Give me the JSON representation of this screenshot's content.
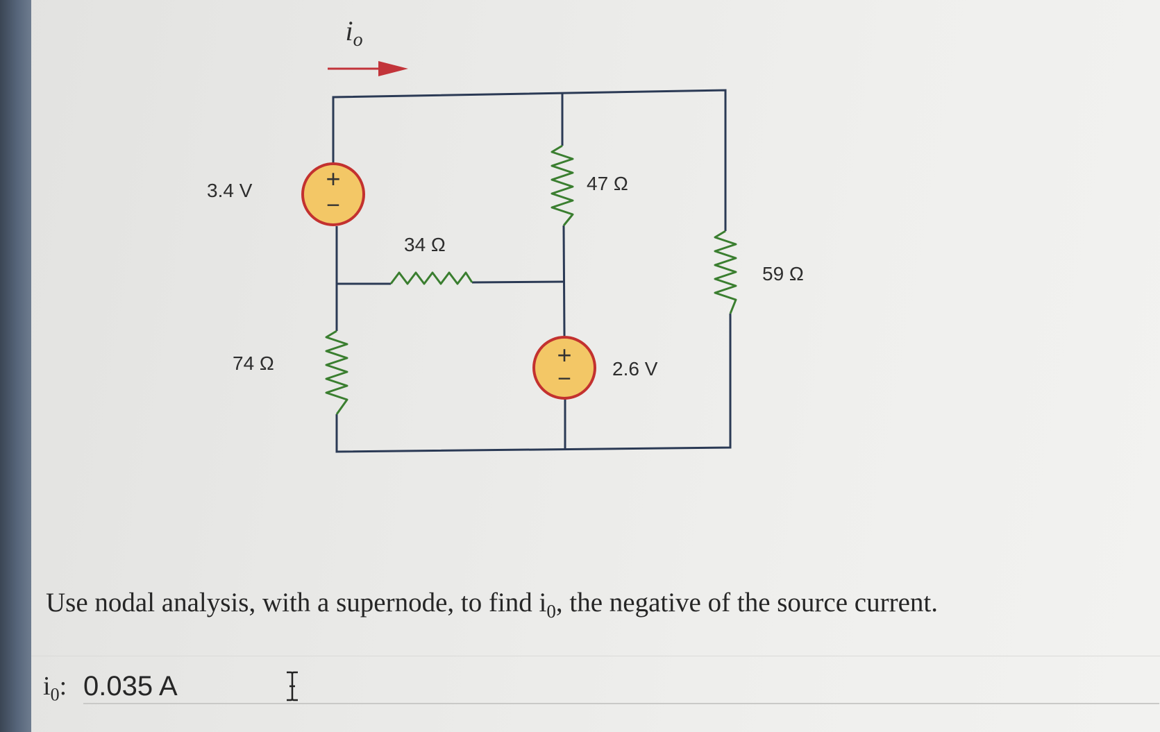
{
  "circuit": {
    "current_label": "i",
    "current_subscript": "o",
    "source_left": {
      "label": "3.4 V",
      "plus": "+",
      "minus": "−"
    },
    "source_right": {
      "label": "2.6 V",
      "plus": "+",
      "minus": "−"
    },
    "resistor_top_middle": "47 Ω",
    "resistor_middle": "34 Ω",
    "resistor_left_bottom": "74 Ω",
    "resistor_right": "59 Ω",
    "colors": {
      "wire": "#2b3a55",
      "source_fill": "#f3c766",
      "source_stroke": "#c3312f",
      "resistor": "#3a7e2f",
      "arrow": "#c2343a"
    }
  },
  "question": {
    "prefix": "Use nodal analysis, with a supernode, to find i",
    "subscript": "0",
    "suffix": ", the negative of the source current."
  },
  "answer": {
    "label": "i",
    "label_subscript": "0",
    "label_suffix": ":",
    "value": "0.035 A"
  }
}
